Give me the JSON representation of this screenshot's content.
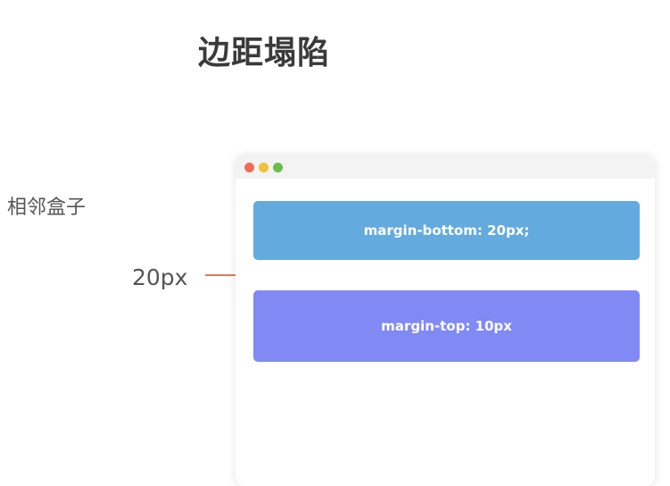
{
  "title": "边距塌陷",
  "side_label": "相邻盒子",
  "gap_label": "20px",
  "colors": {
    "box_top": "#63aade",
    "box_bottom": "#8189f5",
    "arrow": "#e07b5c",
    "dot_red": "#ef6e53",
    "dot_yellow": "#f2c13b",
    "dot_green": "#6cbc4a"
  },
  "window": {
    "box_top_label": "margin-bottom: 20px;",
    "box_bottom_label": "margin-top: 10px"
  }
}
